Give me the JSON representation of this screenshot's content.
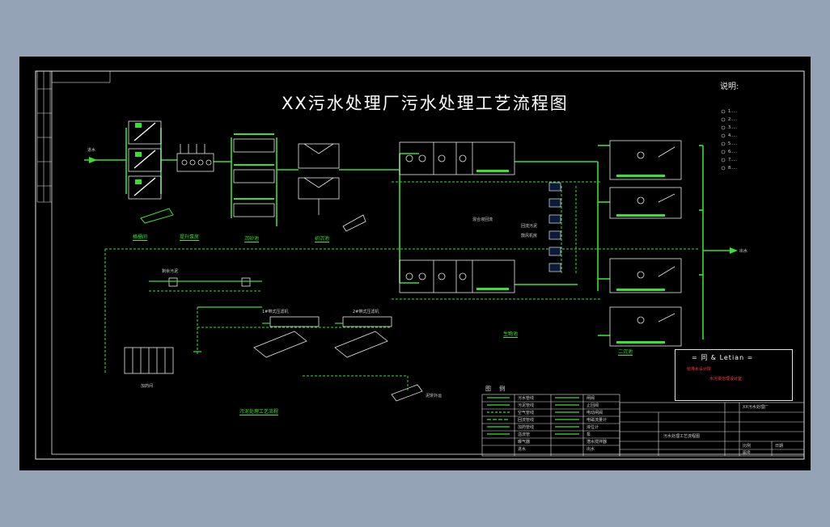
{
  "title": "XX污水处理厂污水处理工艺流程图",
  "notes": {
    "title": "说明:",
    "items": [
      "1.....",
      "2.....",
      "3.....",
      "4.....",
      "5.....",
      "6.....",
      "7.....",
      "8....."
    ]
  },
  "sections": {
    "screen": "格栅间",
    "lift": "提升泵房",
    "grit": "沉砂池",
    "primary": "初沉池",
    "biological": "生物池",
    "secondary": "二沉池",
    "sludge": "污泥处理工艺流程"
  },
  "labels": {
    "inlet": "进水",
    "outlet": "出水",
    "mixed_liquor": "混合液回流",
    "return_sludge": "回流污泥",
    "excess_sludge": "剩余污泥",
    "sludge_cake": "泥饼外运",
    "bf1": "1#带式压滤机",
    "bf2": "2#带式压滤机",
    "blower": "鼓风机房",
    "dosing": "加药间"
  },
  "logo": {
    "name": "= 同 &  Letian =",
    "sub": "给排水设计院",
    "red": "水污染治理设计室"
  },
  "legend": {
    "title": "图 例",
    "rows": [
      [
        "污水管线",
        "闸阀"
      ],
      [
        "污泥管线",
        "止回阀"
      ],
      [
        "空气管线",
        "电动闸阀"
      ],
      [
        "回流管线",
        "电磁流量计"
      ],
      [
        "加药管线",
        "液位计"
      ],
      [
        "溢流管",
        "泵"
      ],
      [
        "曝气器",
        "潜水搅拌器"
      ],
      [
        "进水",
        "出水"
      ]
    ]
  },
  "title_block": {
    "project": "XX污水处理厂",
    "drawing": "污水处理工艺流程图",
    "scale": "比例",
    "date": "日期",
    "sheet": "图号"
  }
}
